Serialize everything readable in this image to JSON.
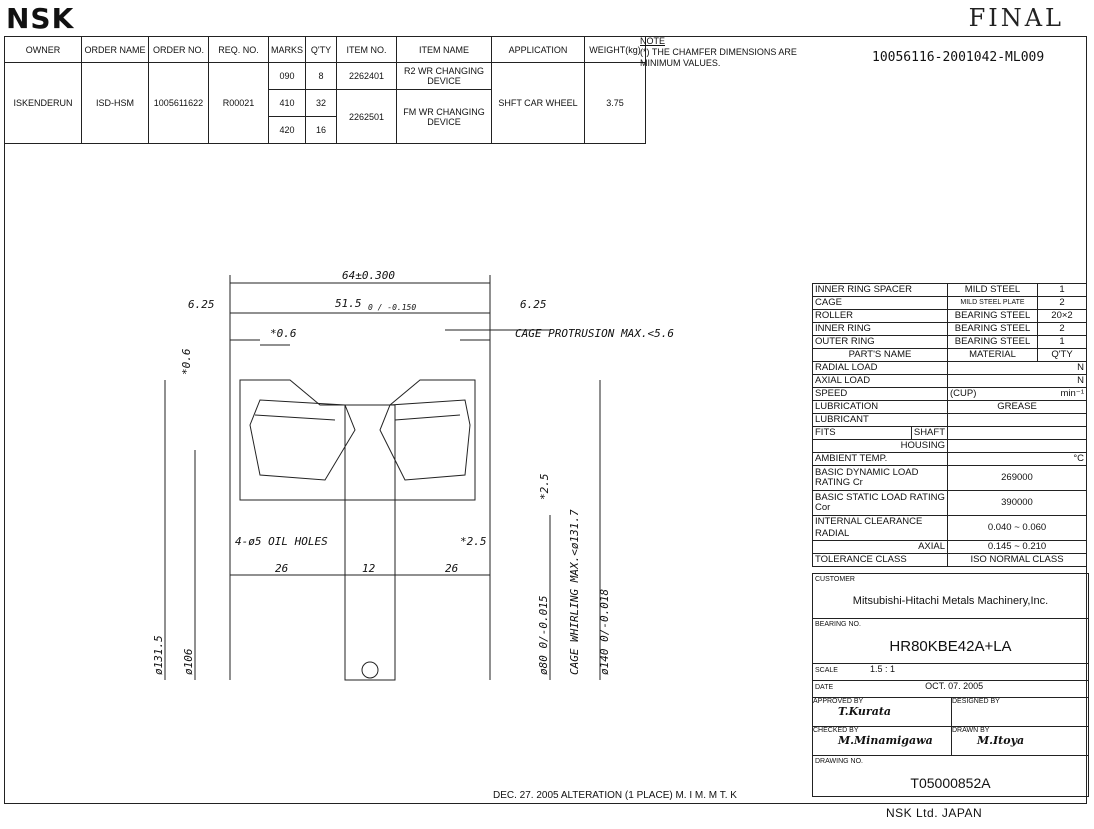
{
  "header": {
    "logo": "NSK",
    "status": "FINAL",
    "doc_number": "10056116-2001042-ML009"
  },
  "order_table": {
    "headers": [
      "OWNER",
      "ORDER NAME",
      "ORDER NO.",
      "REQ. NO.",
      "MARKS",
      "Q'TY",
      "ITEM NO.",
      "ITEM NAME",
      "APPLICATION",
      "WEIGHT(kg)"
    ],
    "owner": "ISKENDERUN",
    "order_name": "ISD-HSM",
    "order_no": "1005611622",
    "req_no": "R00021",
    "rows": [
      {
        "mark": "090",
        "qty": "8",
        "item_no": "2262401",
        "item_name": "R2 WR CHANGING DEVICE"
      },
      {
        "mark": "410",
        "qty": "32"
      },
      {
        "mark": "420",
        "qty": "16",
        "item_no": "2262501",
        "item_name": "FM WR CHANGING DEVICE"
      }
    ],
    "application": "SHFT CAR WHEEL",
    "weight": "3.75"
  },
  "note": {
    "title": "NOTE",
    "text": "(*) THE CHAMFER DIMENSIONS ARE MINIMUM VALUES."
  },
  "drawing": {
    "d_overall": "64±0.300",
    "d_inner": "51.5",
    "d_inner_tol": "0 / -0.150",
    "d_left": "6.25",
    "d_right": "6.25",
    "d_chamfer_top": "*0.6",
    "d_chamfer_side": "*0.6",
    "cage_protrusion": "CAGE PROTRUSION MAX.<5.6",
    "oil_holes": "4-ø5 OIL HOLES",
    "d_25a": "*2.5",
    "d_25b": "*2.5",
    "seg_left": "26",
    "seg_mid": "12",
    "seg_right": "26",
    "dia_1315": "ø131.5",
    "dia_106": "ø106",
    "dia_80": "ø80 0/-0.015",
    "cage_whirl": "CAGE WHIRLING MAX.<ø131.7",
    "dia_140": "ø140 0/-0.018"
  },
  "spec_table": {
    "parts": [
      {
        "name": "INNER RING SPACER",
        "material": "MILD STEEL",
        "qty": "1"
      },
      {
        "name": "CAGE",
        "material": "MILD STEEL PLATE",
        "qty": "2"
      },
      {
        "name": "ROLLER",
        "material": "BEARING STEEL",
        "qty": "20×2"
      },
      {
        "name": "INNER RING",
        "material": "BEARING STEEL",
        "qty": "2"
      },
      {
        "name": "OUTER RING",
        "material": "BEARING STEEL",
        "qty": "1"
      }
    ],
    "hdr_part": "PART'S NAME",
    "hdr_material": "MATERIAL",
    "hdr_qty": "Q'TY",
    "radial_load": "RADIAL LOAD",
    "axial_load": "AXIAL LOAD",
    "load_unit": "N",
    "speed": "SPEED",
    "speed_val": "(CUP)",
    "speed_unit": "min⁻¹",
    "lubrication": "LUBRICATION",
    "lubrication_val": "GREASE",
    "lubricant": "LUBRICANT",
    "fits": "FITS",
    "shaft": "SHAFT",
    "housing": "HOUSING",
    "ambient": "AMBIENT TEMP.",
    "ambient_unit": "°C",
    "dyn_label": "BASIC DYNAMIC LOAD RATING Cr",
    "dyn_val": "269000",
    "stat_label": "BASIC STATIC LOAD RATING Cor",
    "stat_val": "390000",
    "internal": "INTERNAL CLEARANCE",
    "radial": "RADIAL",
    "radial_val": "0.040 ~ 0.060",
    "axial": "AXIAL",
    "axial_val": "0.145 ~ 0.210",
    "tol": "TOLERANCE CLASS",
    "tol_val": "ISO NORMAL CLASS"
  },
  "title_block": {
    "customer_label": "CUSTOMER",
    "customer": "Mitsubishi-Hitachi Metals Machinery,Inc.",
    "bearing_label": "BEARING NO.",
    "bearing": "HR80KBE42A+LA",
    "scale_label": "SCALE",
    "scale": "1.5 : 1",
    "date_label": "DATE",
    "date": "OCT. 07. 2005",
    "approved_label": "APPROVED BY",
    "approved": "T.Kurata",
    "designed_label": "DESIGNED BY",
    "checked_label": "CHECKED BY",
    "checked": "M.Minamigawa",
    "drawn_label": "DRAWN BY",
    "drawn": "M.Itoya",
    "drawing_label": "DRAWING NO.",
    "drawing_no": "T05000852A",
    "alteration": "DEC. 27. 2005 ALTERATION (1 PLACE) M. I  M. M  T. K",
    "footer": "NSK Ltd.    JAPAN"
  }
}
